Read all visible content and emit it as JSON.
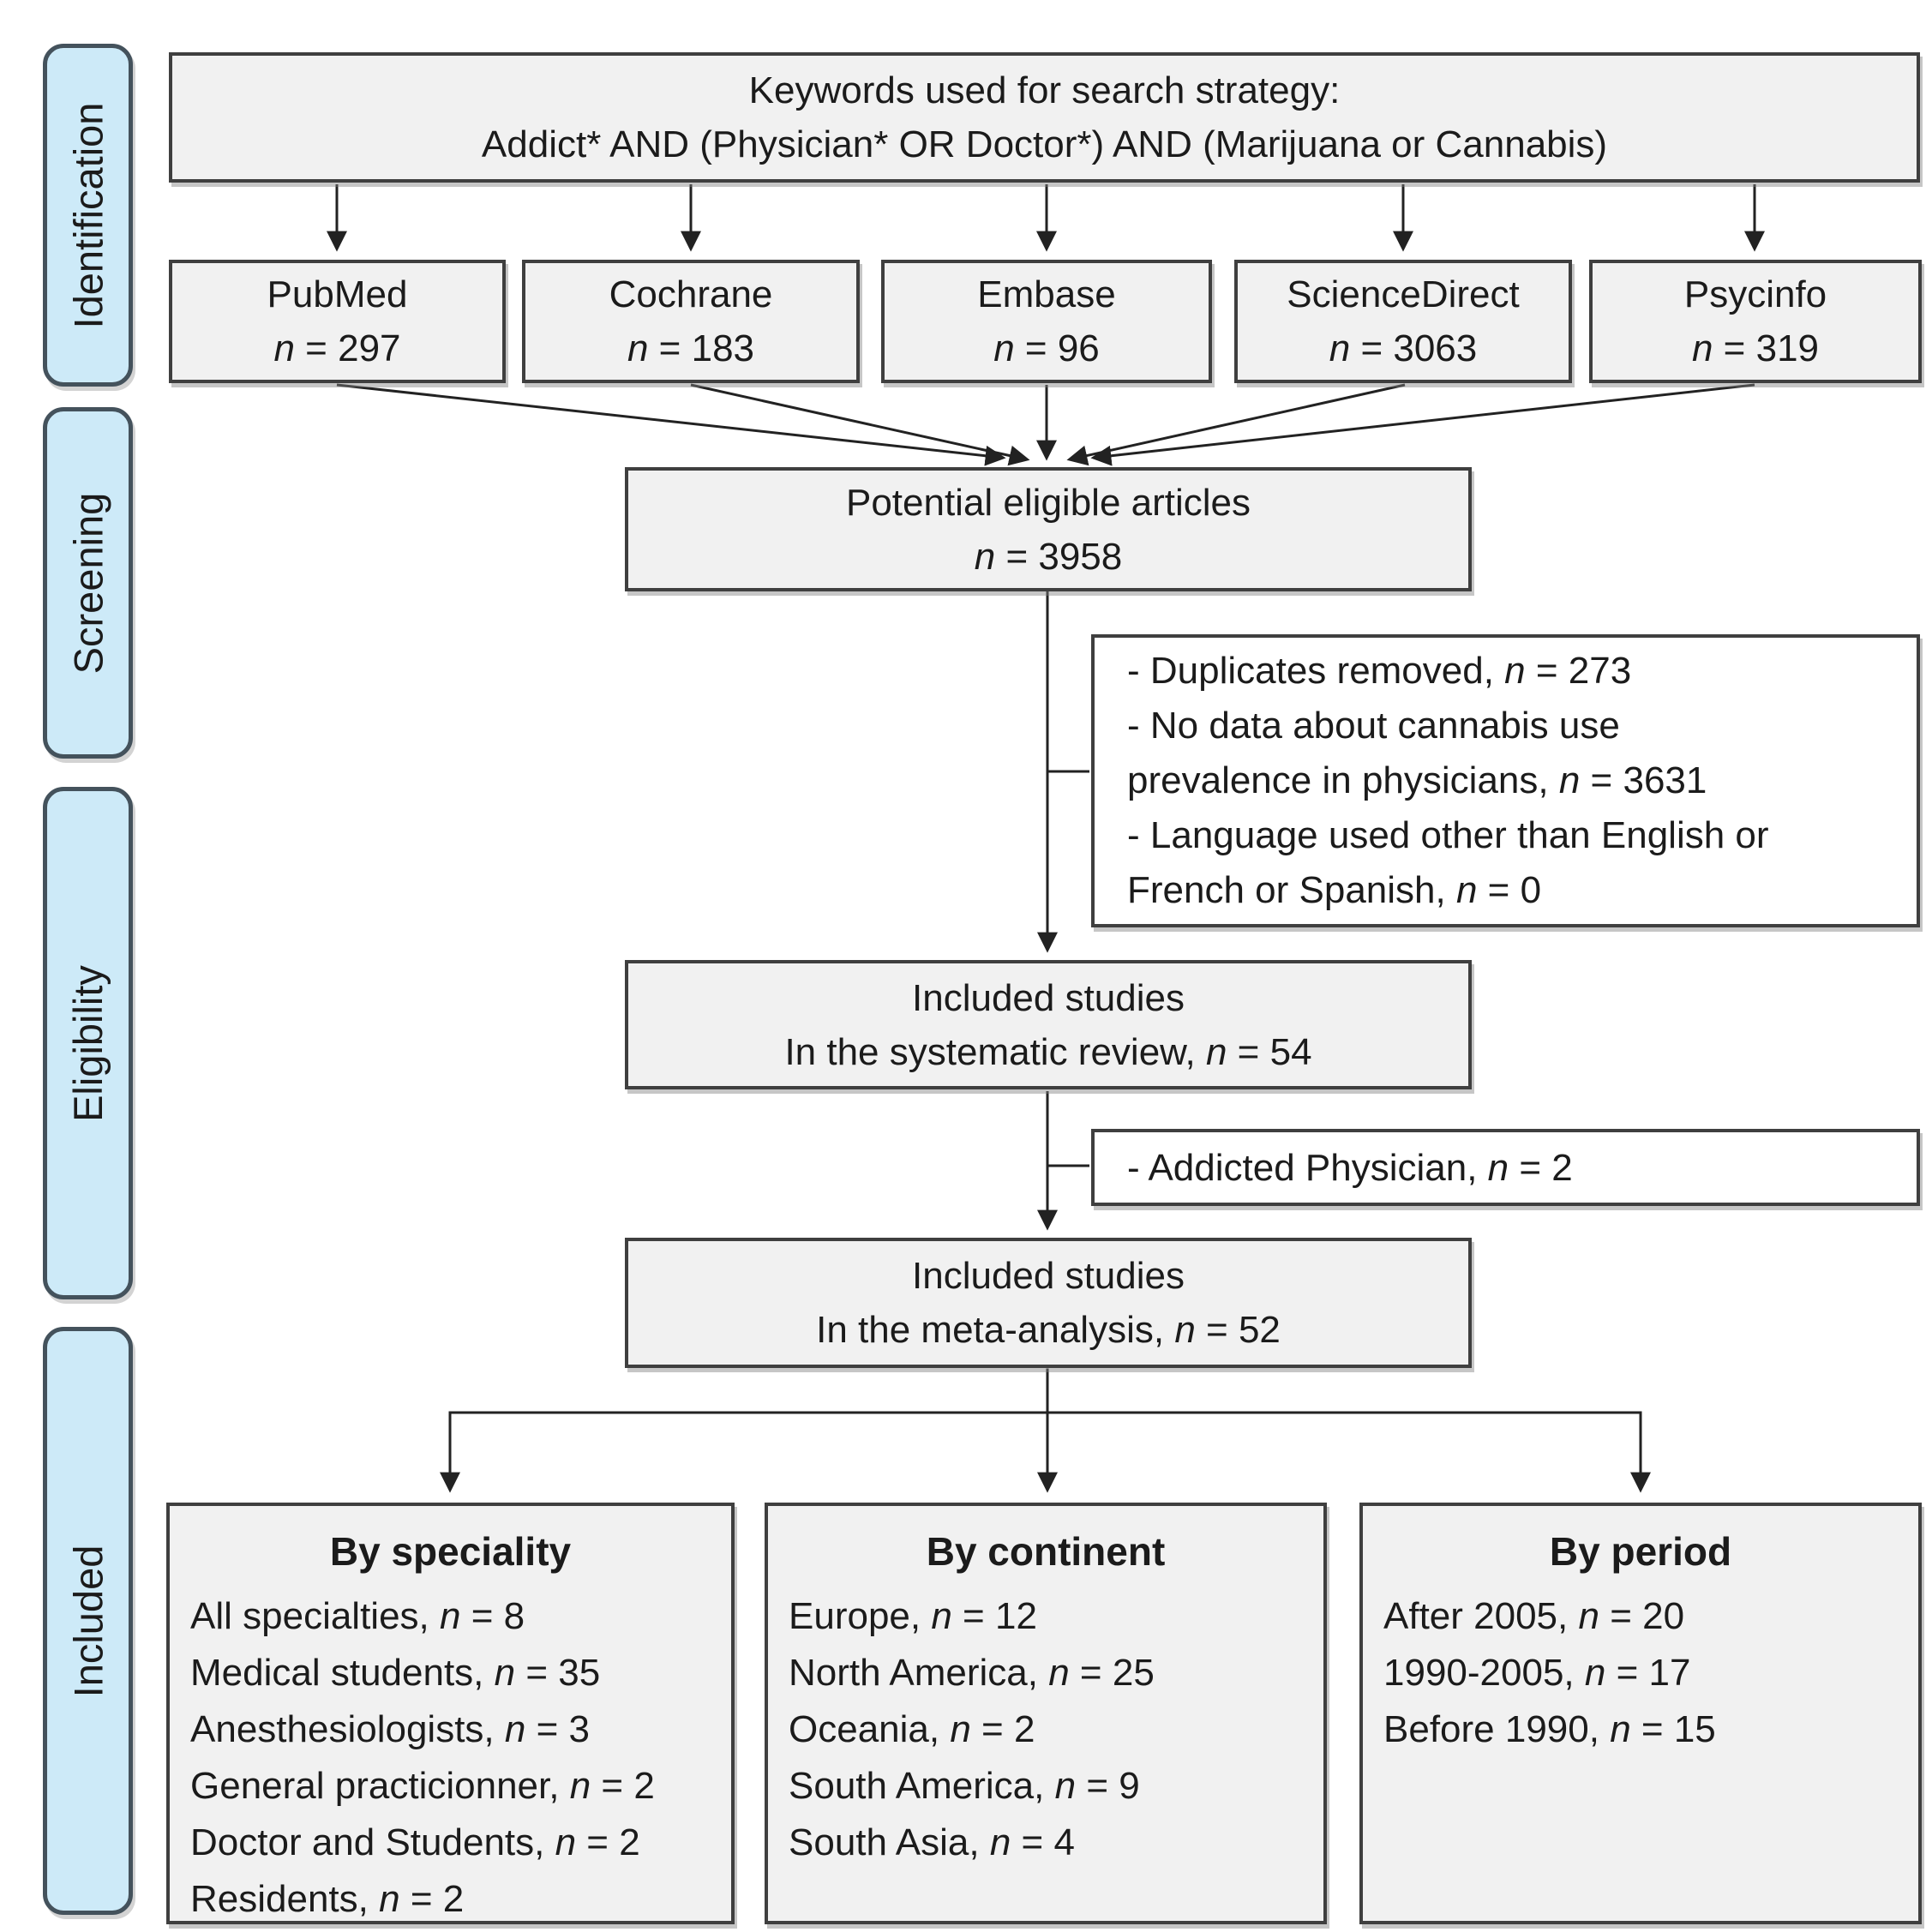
{
  "diagram": {
    "stages": [
      {
        "label": "Identification"
      },
      {
        "label": "Screening"
      },
      {
        "label": "Eligibility"
      },
      {
        "label": "Included"
      }
    ],
    "keywords": {
      "line1": "Keywords used for search strategy:",
      "line2": "Addict* AND (Physician* OR Doctor*) AND (Marijuana or Cannabis)"
    },
    "databases": [
      {
        "name": "PubMed",
        "count": "n = 297"
      },
      {
        "name": "Cochrane",
        "count": "n = 183"
      },
      {
        "name": "Embase",
        "count": "n = 96"
      },
      {
        "name": "ScienceDirect",
        "count": "n = 3063"
      },
      {
        "name": "Psycinfo",
        "count": "n = 319"
      }
    ],
    "eligible": {
      "line1": "Potential eligible articles",
      "line2": "n = 3958"
    },
    "exclusions_screening": {
      "lines": [
        "- Duplicates removed, n = 273",
        "- No data about cannabis use",
        "prevalence in physicians, n = 3631",
        "- Language used other than English or",
        "French or Spanish, n = 0"
      ]
    },
    "systematic_review": {
      "line1": "Included studies",
      "line2": "In the systematic review, n = 54"
    },
    "exclusion_eligibility": {
      "line1": "- Addicted Physician, n = 2"
    },
    "meta_analysis": {
      "line1": "Included studies",
      "line2": "In the meta-analysis, n = 52"
    },
    "breakdowns": [
      {
        "title": "By speciality",
        "items": [
          "All specialties, n = 8",
          "Medical students, n = 35",
          "Anesthesiologists, n = 3",
          "General practicionner, n = 2",
          "Doctor and Students, n = 2",
          "Residents, n = 2"
        ]
      },
      {
        "title": "By continent",
        "items": [
          "Europe, n = 12",
          "North America, n = 25",
          "Oceania, n = 2",
          "South America, n = 9",
          "South Asia, n = 4"
        ]
      },
      {
        "title": "By period",
        "items": [
          "After 2005, n = 20",
          "1990-2005, n = 17",
          "Before 1990, n = 15"
        ]
      }
    ],
    "colors": {
      "box_fill": "#f1f1f1",
      "box_border": "#3f3f3f",
      "stage_fill": "#cdeaf8",
      "stage_border": "#44525c",
      "connector": "#222222",
      "white_fill": "#ffffff"
    }
  }
}
